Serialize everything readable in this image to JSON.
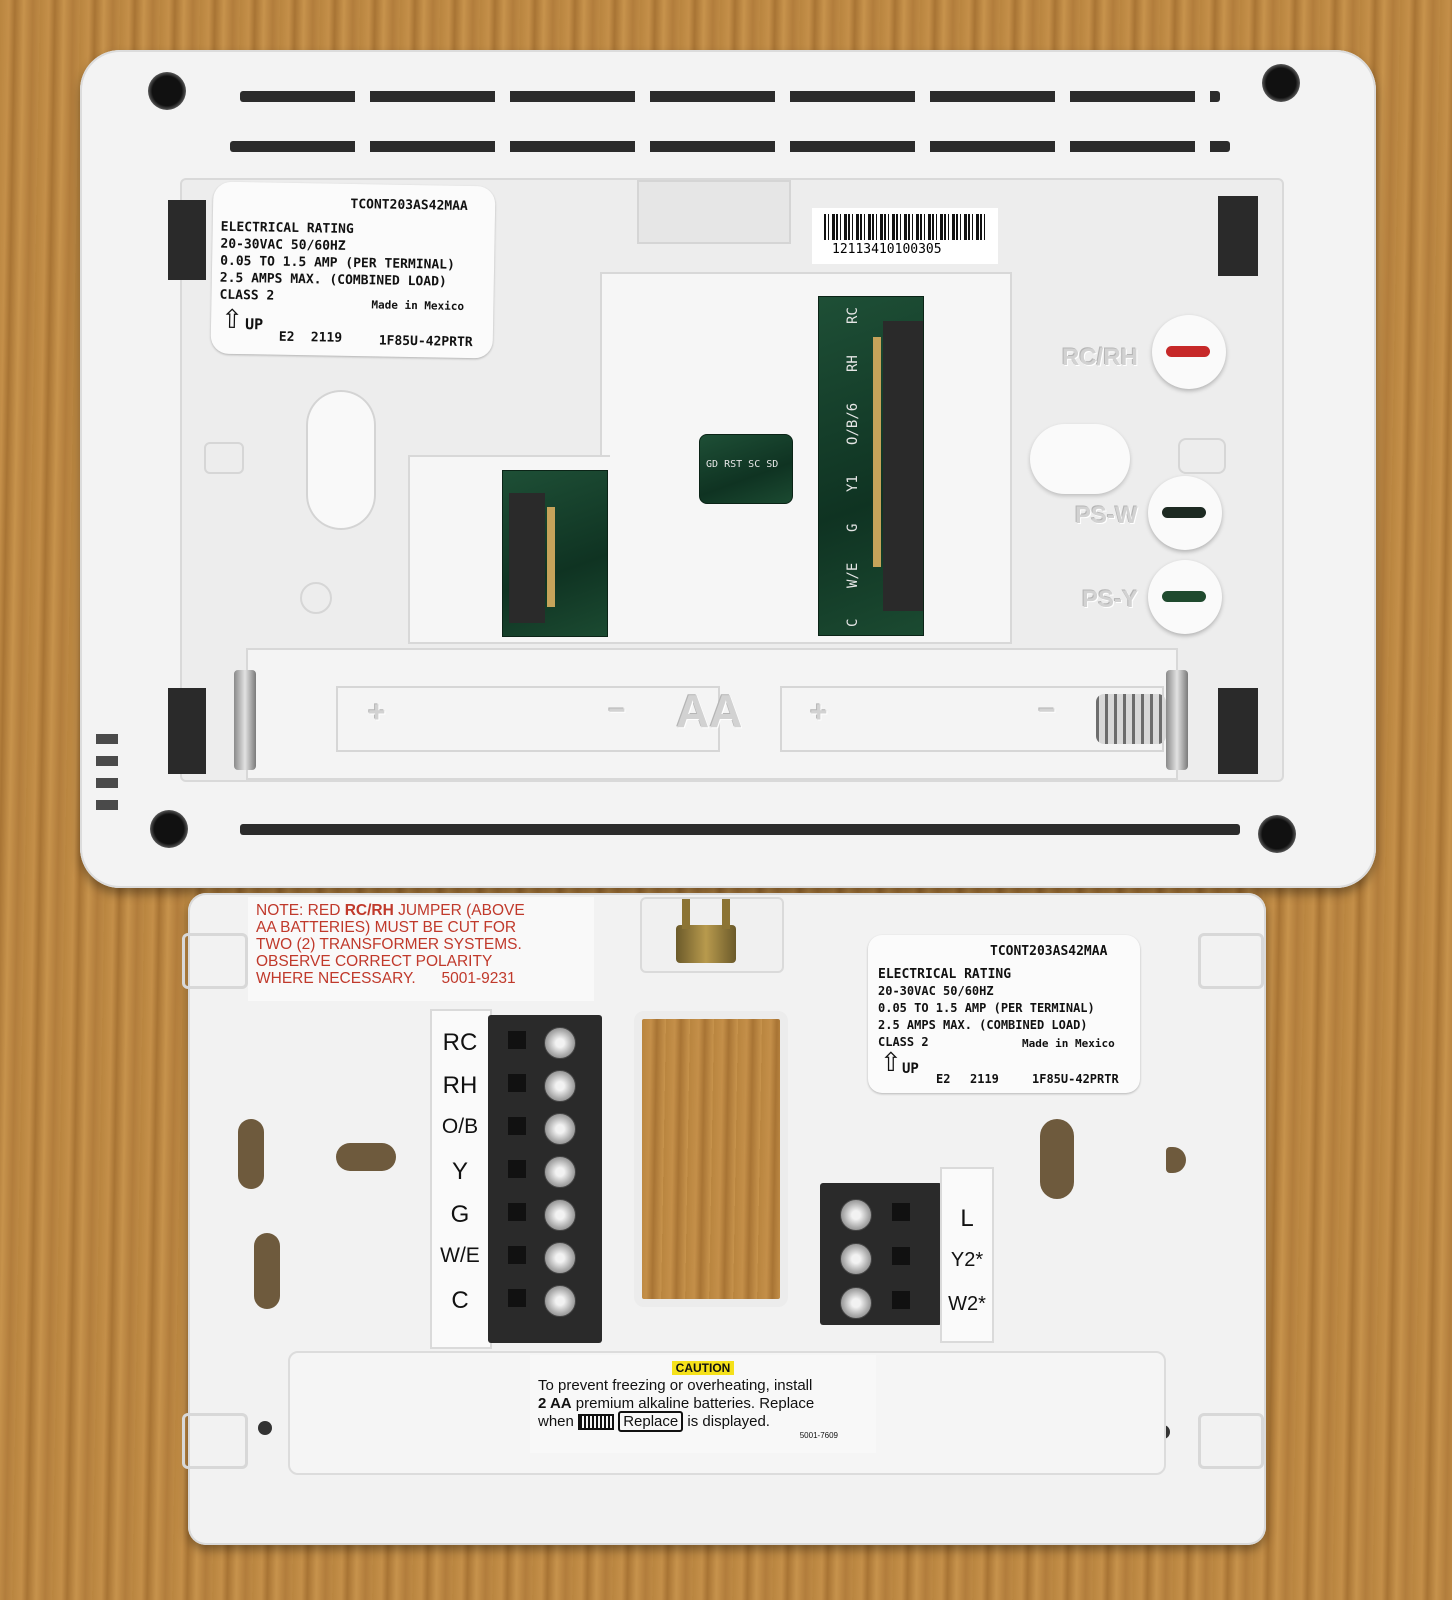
{
  "top_housing": {
    "rating_label": {
      "model": "TCONT203AS42MAA",
      "lines": [
        "ELECTRICAL RATING",
        "20-30VAC 50/60HZ",
        "0.05 TO 1.5 AMP (PER TERMINAL)",
        "2.5 AMPS MAX. (COMBINED LOAD)",
        "CLASS 2"
      ],
      "made_in": "Made in Mexico",
      "up": "UP",
      "e2": "E2",
      "date_code": "2119",
      "part": "1F85U-42PRTR"
    },
    "barcode_number": "12113410100305",
    "pcb_terminal_labels": [
      "RC",
      "RH",
      "O/B/6",
      "Y1",
      "G",
      "W/E",
      "C"
    ],
    "pcb_small_labels": [
      "GD",
      "RST",
      "SC",
      "SD"
    ],
    "switch_labels": [
      "RC/RH",
      "PS-W",
      "PS-Y"
    ],
    "battery_bay": {
      "label": "AA",
      "plus": "+",
      "minus": "−"
    },
    "colors": {
      "rc_rh_switch": "#c62828",
      "ps_w_switch": "#1d2a22",
      "ps_y_switch": "#1f4a2e"
    }
  },
  "base": {
    "note": {
      "prefix": "NOTE: RED ",
      "emphasis": "RC/RH",
      "suffix": " JUMPER (ABOVE",
      "lines": [
        "AA BATTERIES) MUST BE CUT FOR",
        "TWO (2) TRANSFORMER SYSTEMS.",
        "OBSERVE CORRECT POLARITY"
      ],
      "last_line": "WHERE NECESSARY.",
      "code": "5001-9231"
    },
    "rating_label": {
      "model": "TCONT203AS42MAA",
      "lines": [
        "ELECTRICAL RATING",
        "20-30VAC 50/60HZ",
        "0.05 TO 1.5 AMP (PER TERMINAL)",
        "2.5 AMPS MAX. (COMBINED LOAD)",
        "CLASS 2"
      ],
      "made_in": "Made in Mexico",
      "up": "UP",
      "e2": "E2",
      "date_code": "2119",
      "part": "1F85U-42PRTR"
    },
    "main_terminals": [
      "RC",
      "RH",
      "O/B",
      "Y",
      "G",
      "W/E",
      "C"
    ],
    "aux_terminals": [
      "L",
      "Y2*",
      "W2*"
    ],
    "caution": {
      "title": "CAUTION",
      "line1": "To prevent freezing or overheating, install",
      "line2_bold": "2 AA",
      "line2_rest": " premium alkaline batteries.  Replace",
      "line3_pre": "when",
      "replace_word": "Replace",
      "line3_post": "is displayed.",
      "code": "5001-7609"
    },
    "colors": {
      "note_text": "#c0392b",
      "caution_highlight": "#f5e11a"
    }
  }
}
